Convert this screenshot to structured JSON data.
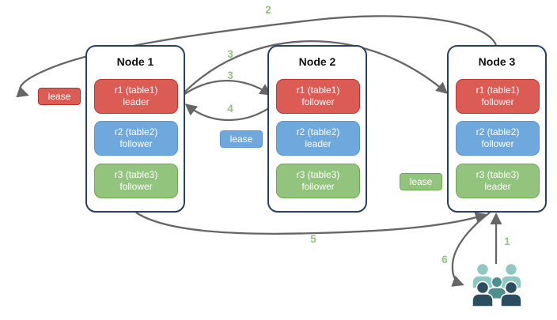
{
  "nodes": [
    {
      "title": "Node 1",
      "replicas": [
        {
          "range": "r1 (table1)",
          "role": "leader",
          "color": "#db5b55"
        },
        {
          "range": "r2 (table2)",
          "role": "follower",
          "color": "#6fa8dc"
        },
        {
          "range": "r3 (table3)",
          "role": "follower",
          "color": "#93c47d"
        }
      ]
    },
    {
      "title": "Node 2",
      "replicas": [
        {
          "range": "r1 (table1)",
          "role": "follower",
          "color": "#db5b55"
        },
        {
          "range": "r2 (table2)",
          "role": "leader",
          "color": "#6fa8dc"
        },
        {
          "range": "r3 (table3)",
          "role": "follower",
          "color": "#93c47d"
        }
      ]
    },
    {
      "title": "Node 3",
      "replicas": [
        {
          "range": "r1 (table1)",
          "role": "follower",
          "color": "#db5b55"
        },
        {
          "range": "r2 (table2)",
          "role": "follower",
          "color": "#6fa8dc"
        },
        {
          "range": "r3 (table3)",
          "role": "leader",
          "color": "#93c47d"
        }
      ]
    }
  ],
  "leases": [
    {
      "label": "lease",
      "color": "#db5b55"
    },
    {
      "label": "lease",
      "color": "#6fa8dc"
    },
    {
      "label": "lease",
      "color": "#93c47d"
    }
  ],
  "steps": {
    "s1": "1",
    "s2": "2",
    "s3a": "3",
    "s3b": "3",
    "s4": "4",
    "s5": "5",
    "s6": "6"
  },
  "icons": {
    "users_group": "group of five user silhouettes (teal shades)"
  },
  "colors": {
    "node_border": "#26406a",
    "arrow": "#666666",
    "step_label": "#93c47d",
    "red_fill": "#db5b55",
    "blue_fill": "#6fa8dc",
    "green_fill": "#93c47d",
    "users_light": "#8fc7c3",
    "users_mid": "#4d8f8e",
    "users_dark": "#2b4d5f"
  }
}
